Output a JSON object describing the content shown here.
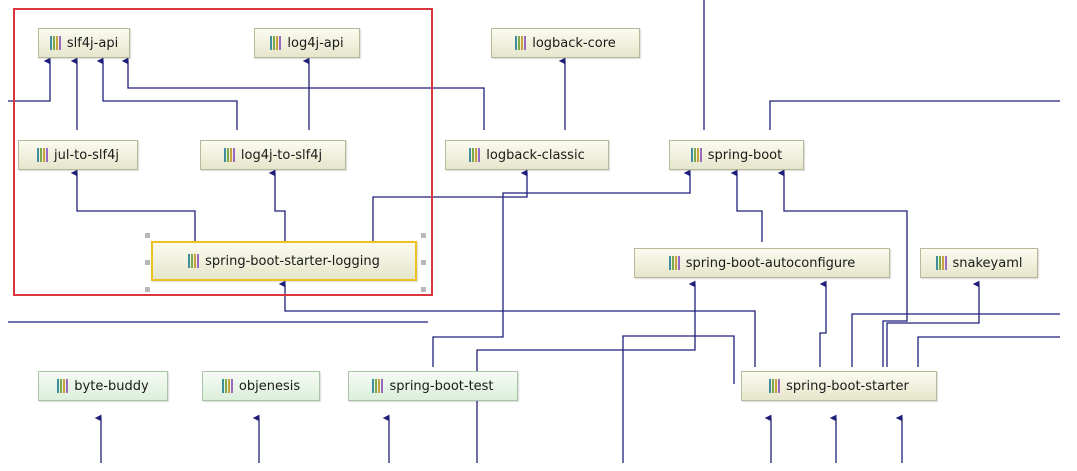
{
  "diagram": {
    "nodes": [
      {
        "id": "slf4j-api",
        "label": "slf4j-api",
        "style": "plain"
      },
      {
        "id": "log4j-api",
        "label": "log4j-api",
        "style": "plain"
      },
      {
        "id": "logback-core",
        "label": "logback-core",
        "style": "plain"
      },
      {
        "id": "jul-to-slf4j",
        "label": "jul-to-slf4j",
        "style": "plain"
      },
      {
        "id": "log4j-to-slf4j",
        "label": "log4j-to-slf4j",
        "style": "plain"
      },
      {
        "id": "logback-classic",
        "label": "logback-classic",
        "style": "plain"
      },
      {
        "id": "spring-boot",
        "label": "spring-boot",
        "style": "plain"
      },
      {
        "id": "spring-boot-starter-logging",
        "label": "spring-boot-starter-logging",
        "style": "plain",
        "selected": true
      },
      {
        "id": "spring-boot-autoconfigure",
        "label": "spring-boot-autoconfigure",
        "style": "plain"
      },
      {
        "id": "snakeyaml",
        "label": "snakeyaml",
        "style": "plain"
      },
      {
        "id": "byte-buddy",
        "label": "byte-buddy",
        "style": "green"
      },
      {
        "id": "objenesis",
        "label": "objenesis",
        "style": "green"
      },
      {
        "id": "spring-boot-test",
        "label": "spring-boot-test",
        "style": "green"
      },
      {
        "id": "spring-boot-starter",
        "label": "spring-boot-starter",
        "style": "plain"
      }
    ],
    "edges": [
      {
        "from": "jul-to-slf4j",
        "to": "slf4j-api"
      },
      {
        "from": "log4j-to-slf4j",
        "to": "slf4j-api"
      },
      {
        "from": "log4j-to-slf4j",
        "to": "log4j-api"
      },
      {
        "from": "logback-classic",
        "to": "slf4j-api"
      },
      {
        "from": "logback-classic",
        "to": "logback-core"
      },
      {
        "from": "spring-boot-starter-logging",
        "to": "jul-to-slf4j"
      },
      {
        "from": "spring-boot-starter-logging",
        "to": "log4j-to-slf4j"
      },
      {
        "from": "spring-boot-starter-logging",
        "to": "logback-classic"
      },
      {
        "from": "spring-boot-autoconfigure",
        "to": "spring-boot"
      },
      {
        "from": "spring-boot-test",
        "to": "spring-boot"
      },
      {
        "from": "spring-boot-starter",
        "to": "spring-boot"
      },
      {
        "from": "spring-boot-starter",
        "to": "spring-boot-autoconfigure"
      },
      {
        "from": "spring-boot-starter",
        "to": "snakeyaml"
      },
      {
        "from": "spring-boot-starter",
        "to": "spring-boot-starter-logging"
      }
    ],
    "colors": {
      "edge": "#1f1f7a",
      "highlight_box": "#d9363e",
      "selected_border": "#f0c020"
    },
    "icon": "library-icon"
  }
}
